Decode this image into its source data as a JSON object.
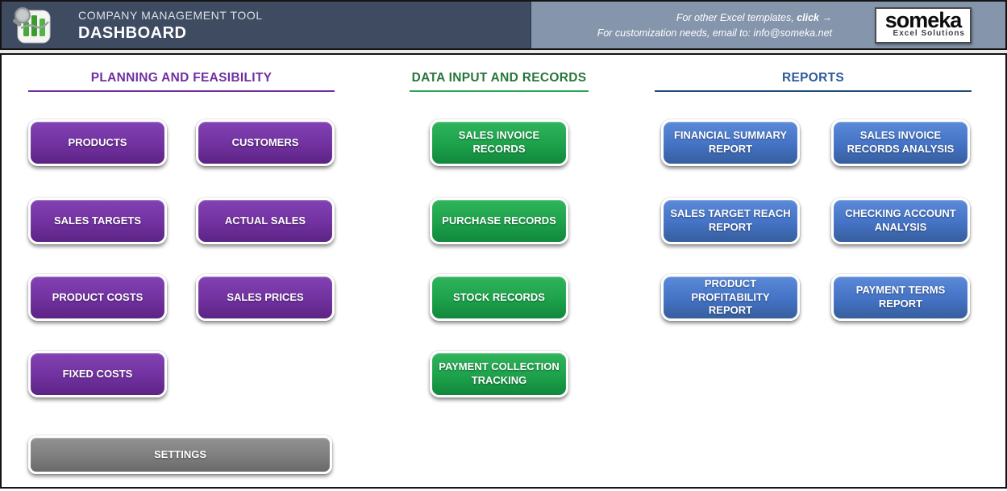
{
  "header": {
    "app_title": "COMPANY MANAGEMENT TOOL",
    "page_title": "DASHBOARD",
    "promo_line1_prefix": "For other Excel templates,",
    "promo_click": "click",
    "promo_arrow": "→",
    "promo_line2": "For customization needs, email to: info@someka.net",
    "logo_word": "someka",
    "logo_subtext": "Excel Solutions"
  },
  "colors": {
    "header_dark": "#3E4B60",
    "header_light": "#8495AC",
    "purple": "#7030A0",
    "green": "#1DA14B",
    "blue": "#4472C4",
    "gray": "#7E7E7E",
    "reports_title": "#2E5B97",
    "green_title": "#27763C"
  },
  "sections": [
    {
      "title": "PLANNING AND FEASIBILITY",
      "buttons": [
        {
          "label": "PRODUCTS"
        },
        {
          "label": "CUSTOMERS"
        },
        {
          "label": "SALES TARGETS"
        },
        {
          "label": "ACTUAL SALES"
        },
        {
          "label": "PRODUCT COSTS"
        },
        {
          "label": "SALES PRICES"
        },
        {
          "label": "FIXED COSTS"
        }
      ],
      "settings_label": "SETTINGS"
    },
    {
      "title": "DATA INPUT AND RECORDS",
      "buttons": [
        {
          "label": "SALES INVOICE RECORDS"
        },
        {
          "label": "PURCHASE RECORDS"
        },
        {
          "label": "STOCK RECORDS"
        },
        {
          "label": "PAYMENT COLLECTION TRACKING"
        }
      ]
    },
    {
      "title": "REPORTS",
      "buttons": [
        {
          "label": "FINANCIAL SUMMARY REPORT"
        },
        {
          "label": "SALES INVOICE RECORDS ANALYSIS"
        },
        {
          "label": "SALES TARGET REACH REPORT"
        },
        {
          "label": "CHECKING ACCOUNT ANALYSIS"
        },
        {
          "label": "PRODUCT PROFITABILITY REPORT"
        },
        {
          "label": "PAYMENT TERMS REPORT"
        }
      ]
    }
  ]
}
